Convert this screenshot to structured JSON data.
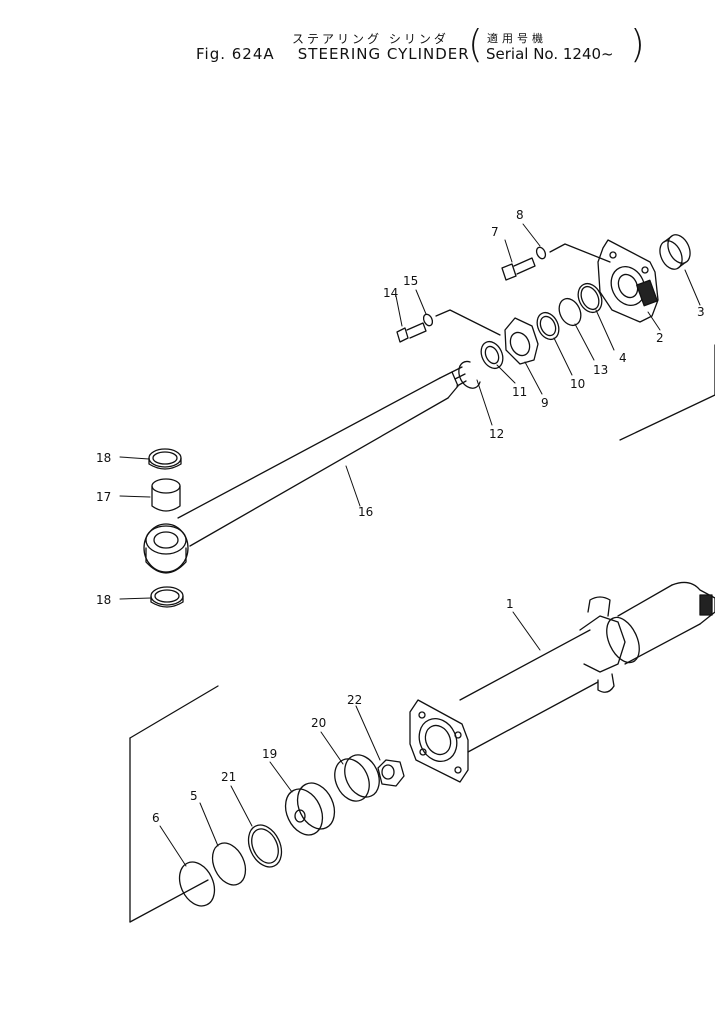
{
  "title": {
    "japanese": "ステアリング シリンダ",
    "figure": "Fig. 624A",
    "name": "STEERING CYLINDER",
    "serial_japanese": "適用号機",
    "serial": "Serial No. 1240~"
  },
  "parts": [
    {
      "id": "1",
      "label": "1"
    },
    {
      "id": "2",
      "label": "2"
    },
    {
      "id": "3",
      "label": "3"
    },
    {
      "id": "4",
      "label": "4"
    },
    {
      "id": "5",
      "label": "5"
    },
    {
      "id": "6",
      "label": "6"
    },
    {
      "id": "7",
      "label": "7"
    },
    {
      "id": "8",
      "label": "8"
    },
    {
      "id": "9",
      "label": "9"
    },
    {
      "id": "10",
      "label": "10"
    },
    {
      "id": "11",
      "label": "11"
    },
    {
      "id": "12",
      "label": "12"
    },
    {
      "id": "13",
      "label": "13"
    },
    {
      "id": "14",
      "label": "14"
    },
    {
      "id": "15",
      "label": "15"
    },
    {
      "id": "16",
      "label": "16"
    },
    {
      "id": "17",
      "label": "17"
    },
    {
      "id": "18a",
      "label": "18"
    },
    {
      "id": "18b",
      "label": "18"
    },
    {
      "id": "19",
      "label": "19"
    },
    {
      "id": "20",
      "label": "20"
    },
    {
      "id": "21",
      "label": "21"
    },
    {
      "id": "22",
      "label": "22"
    }
  ]
}
